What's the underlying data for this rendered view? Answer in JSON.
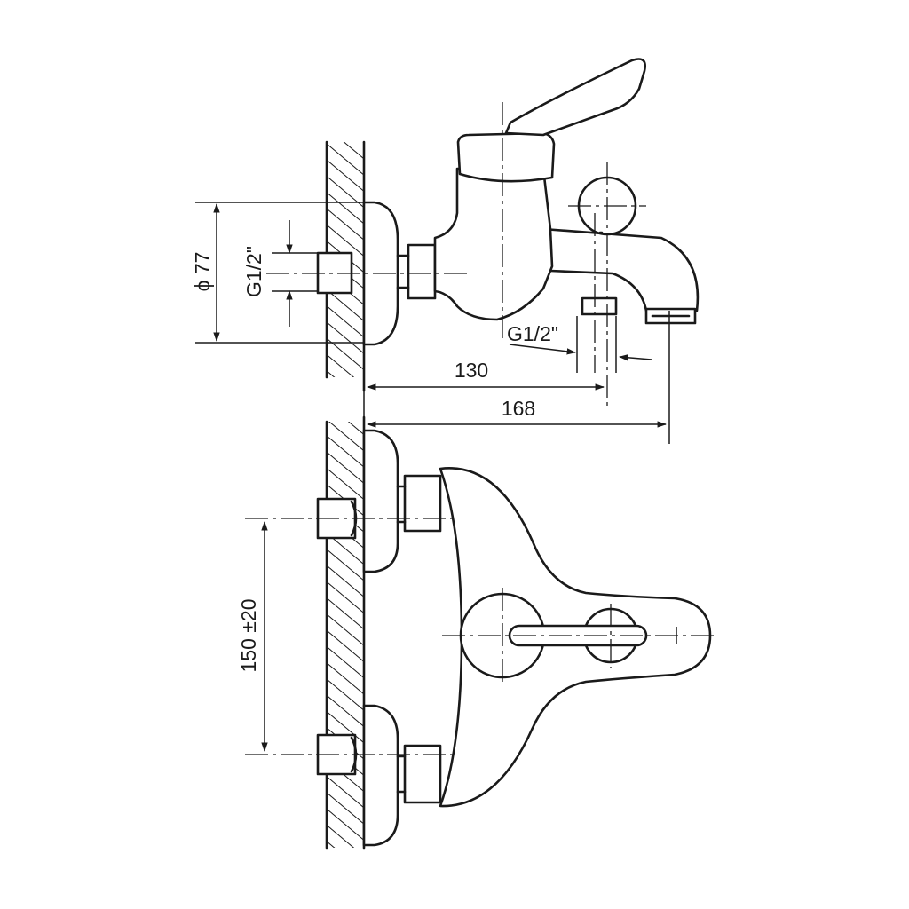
{
  "dimensions": {
    "diameter": "ϕ 77",
    "inlet_thread": "G1/2\"",
    "outlet_thread": "G1/2\"",
    "spout_axis_distance": "130",
    "spout_tip_distance": "168",
    "inlet_spacing": "150 ±20"
  }
}
